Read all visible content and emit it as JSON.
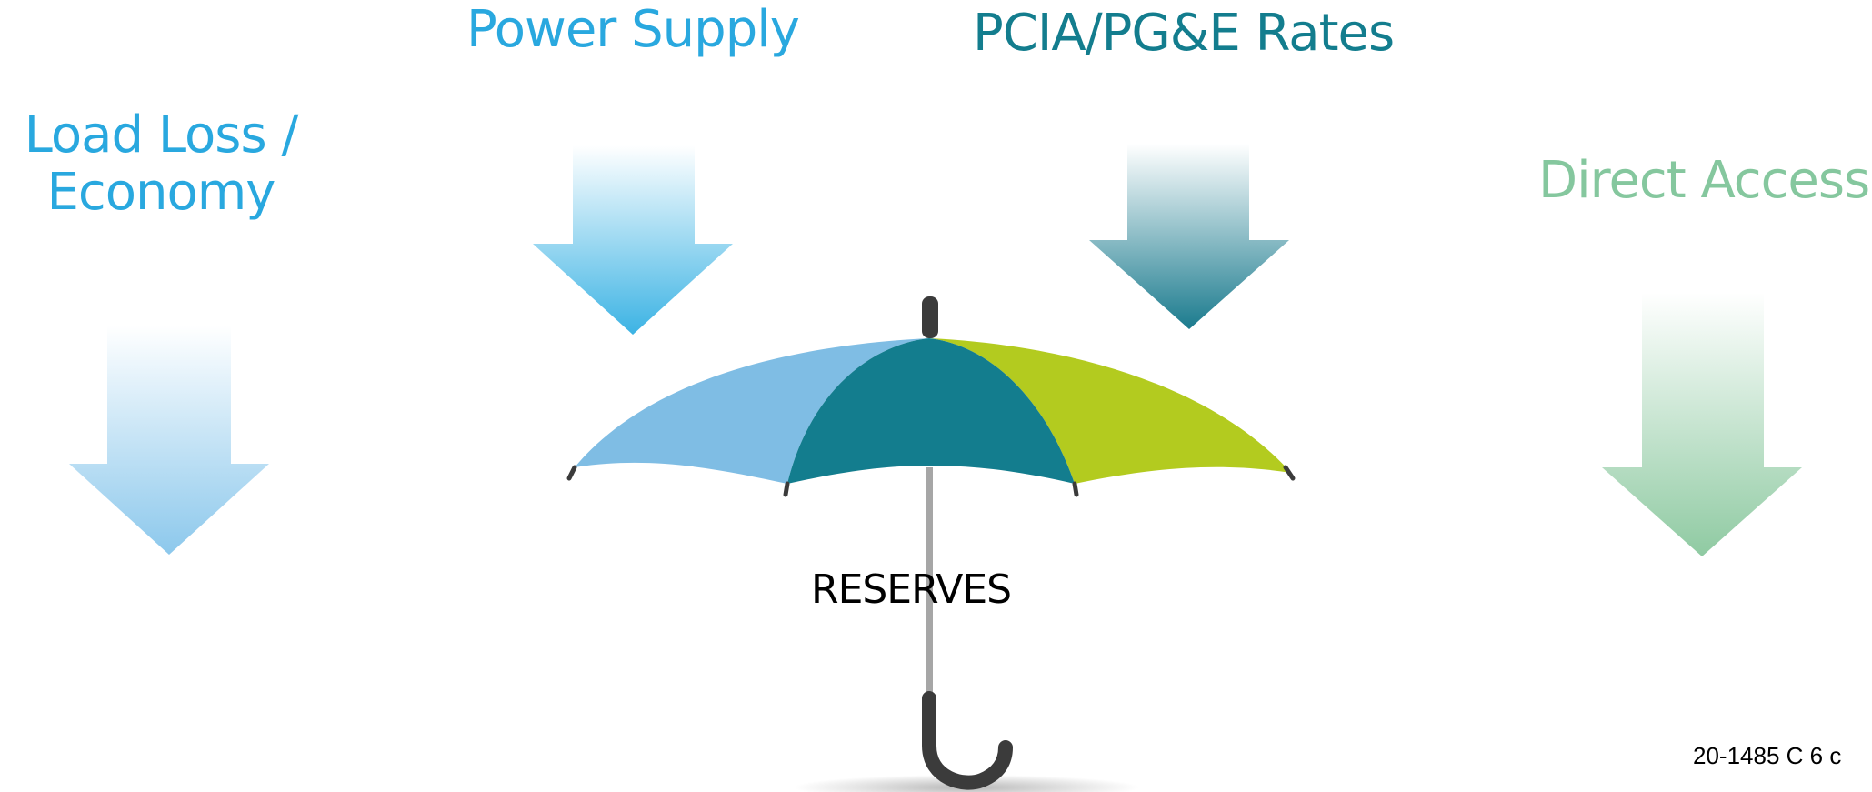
{
  "labels": {
    "load_loss_line1": "Load Loss /",
    "load_loss_line2": "Economy",
    "power_supply": "Power Supply",
    "pcia_rates": "PCIA/PG&E Rates",
    "direct_access": "Direct Access",
    "reserves": "RESERVES"
  },
  "footer": "20-1485 C 6 c",
  "colors": {
    "light_blue": "#29a8df",
    "teal": "#137d8e",
    "green": "#85c79e",
    "canopy_blue": "#7fbde4",
    "canopy_teal": "#137d8e",
    "canopy_lime": "#b3cb1f"
  },
  "icons": [
    "down-arrow-icon",
    "umbrella-icon"
  ]
}
